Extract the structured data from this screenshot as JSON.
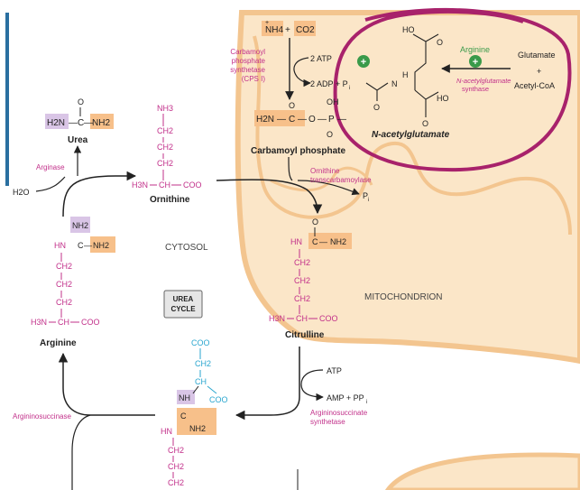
{
  "colors": {
    "mito_fill": "#fbe6c8",
    "mito_membrane": "#f3c58f",
    "magenta": "#c2308a",
    "cyan": "#2aa6cf",
    "orange_box": "#f7c08a",
    "purple_box": "#d9c5e6",
    "green_activator": "#3a9a4a",
    "highlight_ellipse": "#a8226b",
    "left_bar": "#2a6fa0"
  },
  "compartments": {
    "cytosol": "CYTOSOL",
    "mitochondrion": "MITOCHONDRION"
  },
  "cycle_badge": {
    "line1": "UREA",
    "line2": "CYCLE"
  },
  "top": {
    "nh4": "NH4",
    "plus": "+",
    "co2": "CO2",
    "atp2": "2 ATP",
    "adp2": "2 ADP + P",
    "pi_sub": "i",
    "enzyme_cps": [
      "Carbamoyl",
      "phosphate",
      "synthetase",
      "(CPS I)"
    ],
    "carbamoyl_phosphate": "Carbamoyl phosphate"
  },
  "nag_panel": {
    "product": "N-acetylglutamate",
    "enzyme": [
      "N-acetylglutamate",
      "synthase"
    ],
    "activator": "Arginine",
    "substrate1": "Glutamate",
    "plus": "+",
    "substrate2": "Acetyl-CoA",
    "ho_top": "HO",
    "ho_bottom": "HO",
    "o_top": "O",
    "o_bottom": "O",
    "n_label": "N",
    "h_label": "H"
  },
  "urea": {
    "name": "Urea",
    "h2n_left": "H2N",
    "c": "C",
    "nh2_right": "NH2",
    "o": "O"
  },
  "ornithine": {
    "name": "Ornithine",
    "nh3": "NH3",
    "ch2": "CH2",
    "ch": "CH",
    "h3n": "H3N",
    "coo": "COO"
  },
  "arginine": {
    "name": "Arginine",
    "nh2_top": "NH2",
    "hn": "HN",
    "c": "C",
    "nh2_right": "NH2",
    "ch2": "CH2",
    "ch": "CH",
    "h3n": "H3N",
    "coo": "COO"
  },
  "citrulline": {
    "name": "Citrulline",
    "o": "O",
    "hn": "HN",
    "c": "C",
    "nh2": "NH2",
    "ch2": "CH2",
    "ch": "CH",
    "h3n": "H3N",
    "coo": "COO"
  },
  "argininosuccinate": {
    "coo": "COO",
    "ch2": "CH2",
    "ch": "CH",
    "nh": "NH",
    "c": "C",
    "nh2": "NH2",
    "hn": "HN"
  },
  "enzymes": {
    "arginase": "Arginase",
    "otc": [
      "Ornithine",
      "transcarbamoylase"
    ],
    "ass": [
      "Argininosuccinate",
      "synthetase"
    ],
    "asl": "Argininosuccinase"
  },
  "reagents": {
    "h2o": "H2O",
    "pi": "P",
    "pi_sub": "i",
    "atp": "ATP",
    "amp": "AMP + PP",
    "amp_sub": "i",
    "carbamoyl_p_group": {
      "h2n": "H2N",
      "c": "C",
      "o1": "O",
      "p": "P",
      "oh": "OH",
      "o_top": "O"
    }
  }
}
